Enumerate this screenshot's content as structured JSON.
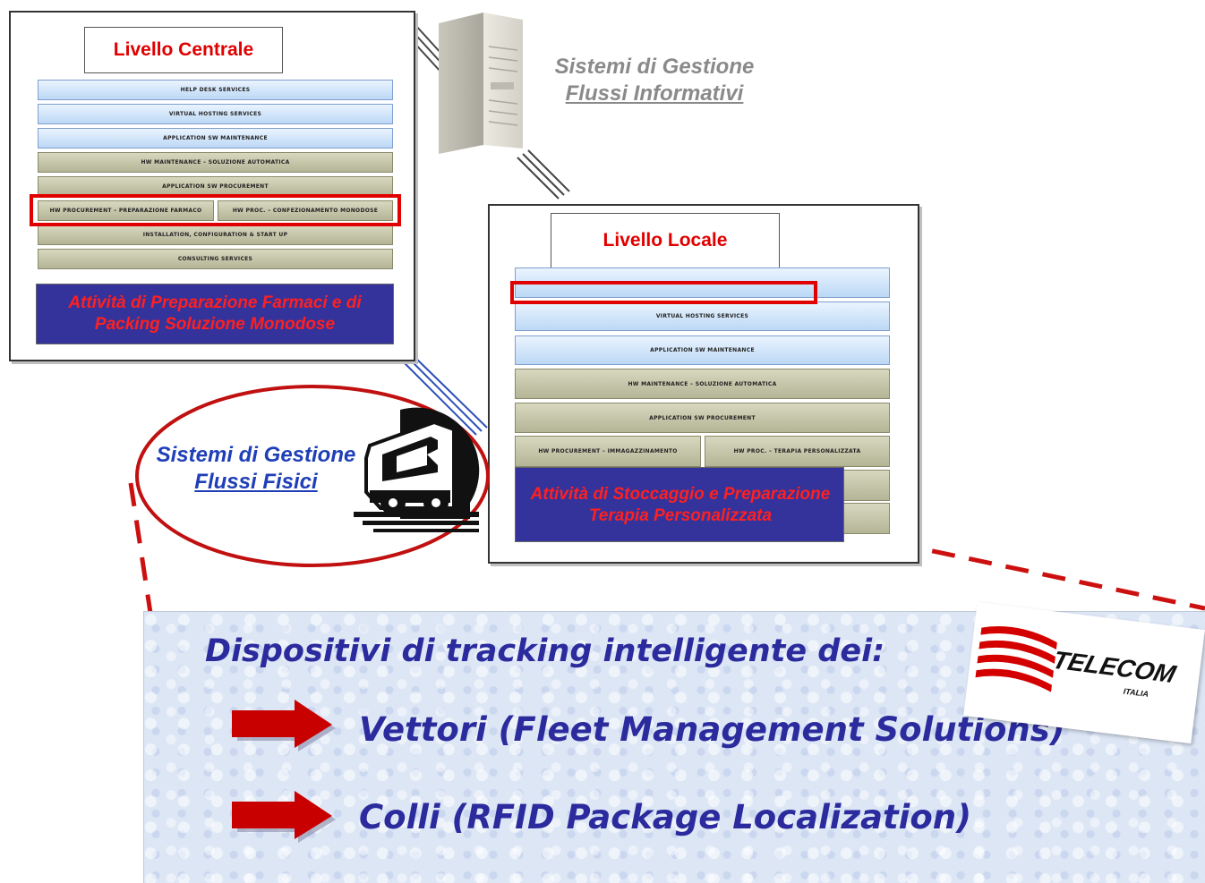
{
  "central": {
    "title": "Livello Centrale",
    "services": {
      "help_desk": "HELP DESK SERVICES",
      "virtual_hosting": "VIRTUAL HOSTING SERVICES",
      "app_sw_maintenance": "APPLICATION SW MAINTENANCE",
      "hw_maintenance": "HW MAINTENANCE – SOLUZIONE AUTOMATICA",
      "app_sw_procurement": "APPLICATION SW PROCUREMENT",
      "hw_procurement": "HW PROCUREMENT – PREPARAZIONE FARMACO",
      "hw_proc": "HW PROC. – CONFEZIONAMENTO MONODOSE",
      "installation": "INSTALLATION, CONFIGURATION & START UP",
      "consulting": "CONSULTING SERVICES"
    },
    "activity": "Attività di Preparazione Farmaci e di Packing Soluzione Monodose"
  },
  "local": {
    "title": "Livello Locale",
    "services": {
      "virtual_hosting": "VIRTUAL HOSTING SERVICES",
      "app_sw_maintenance": "APPLICATION SW MAINTENANCE",
      "hw_maintenance": "HW MAINTENANCE – SOLUZIONE AUTOMATICA",
      "app_sw_procurement": "APPLICATION SW PROCUREMENT",
      "hw_procurement": "HW PROCUREMENT – IMMAGAZZINAMENTO",
      "hw_proc": "HW PROC. – TERAPIA PERSONALIZZATA"
    },
    "activity": "Attività di Stoccaggio e Preparazione Terapia Personalizzata"
  },
  "info_flows": {
    "line1": "Sistemi di Gestione",
    "line2": "Flussi Informativi"
  },
  "physical_flows": {
    "line1": "Sistemi di Gestione",
    "line2": "Flussi Fisici"
  },
  "bottom": {
    "heading": "Dispositivi di tracking intelligente dei:",
    "item1": "Vettori (Fleet Management Solutions)",
    "item2": "Colli (RFID Package Localization)",
    "logo_text": "TELECOM",
    "logo_sub": "ITALIA"
  },
  "colors": {
    "accent_red": "#e00000",
    "navy": "#33339b",
    "text_blue": "#2b2b9e"
  },
  "icons": {
    "server": "server-tower-icon",
    "truck": "truck-icon",
    "arrow": "right-arrow-icon",
    "logo": "telecom-italia-logo"
  }
}
